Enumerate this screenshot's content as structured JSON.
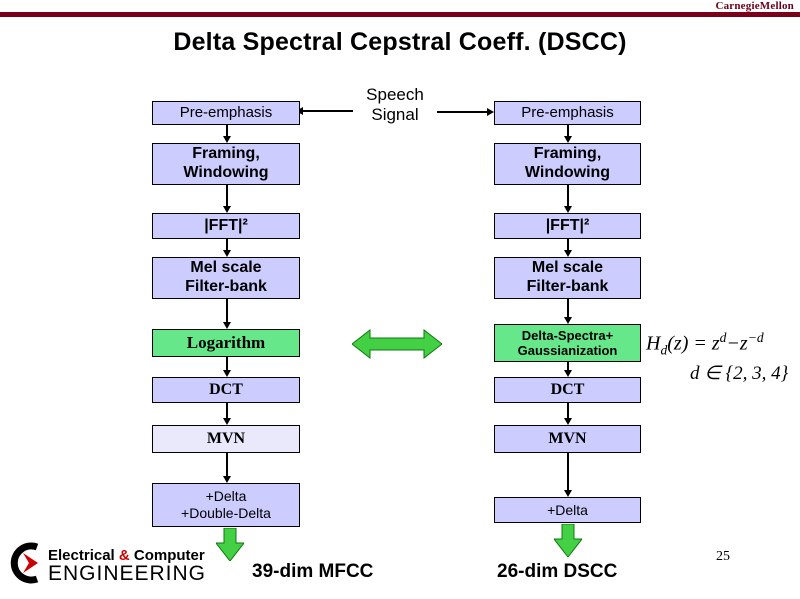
{
  "header": {
    "brand": "CarnegieMellon",
    "title": "Delta Spectral Cepstral Coeff. (DSCC)"
  },
  "speech_signal": "Speech\nSignal",
  "left_chain": {
    "pre_emphasis": "Pre-emphasis",
    "framing": "Framing,\nWindowing",
    "fft": "|FFT|²",
    "mel": "Mel scale\nFilter-bank",
    "log": "Logarithm",
    "dct": "DCT",
    "mvn": "MVN",
    "delta": "+Delta\n+Double-Delta",
    "output": "39-dim MFCC"
  },
  "right_chain": {
    "pre_emphasis": "Pre-emphasis",
    "framing": "Framing,\nWindowing",
    "fft": "|FFT|²",
    "mel": "Mel scale\nFilter-bank",
    "delta_spectra": "Delta-Spectra+\nGaussianization",
    "dct": "DCT",
    "mvn": "MVN",
    "delta": "+Delta",
    "output": "26-dim DSCC"
  },
  "formula": {
    "base": "H",
    "sub": "d",
    "mid1": "(z) = z",
    "sup1": "d",
    "mid2": "−z",
    "sup2": "−d",
    "line2": "d ∈ {2, 3, 4}"
  },
  "footer": {
    "logo_electrical": "Electrical ",
    "logo_amp": "& ",
    "logo_computer": "Computer",
    "logo_line2": "ENGINEERING",
    "page_number": "25"
  },
  "colors": {
    "maroon_bar": "#7a0019",
    "box_fill": "#ccccff",
    "box_fill_light": "#e9e9fb",
    "green_box": "#66e88a",
    "green_arrow": "#44d044",
    "logo_red": "#cc0000"
  }
}
